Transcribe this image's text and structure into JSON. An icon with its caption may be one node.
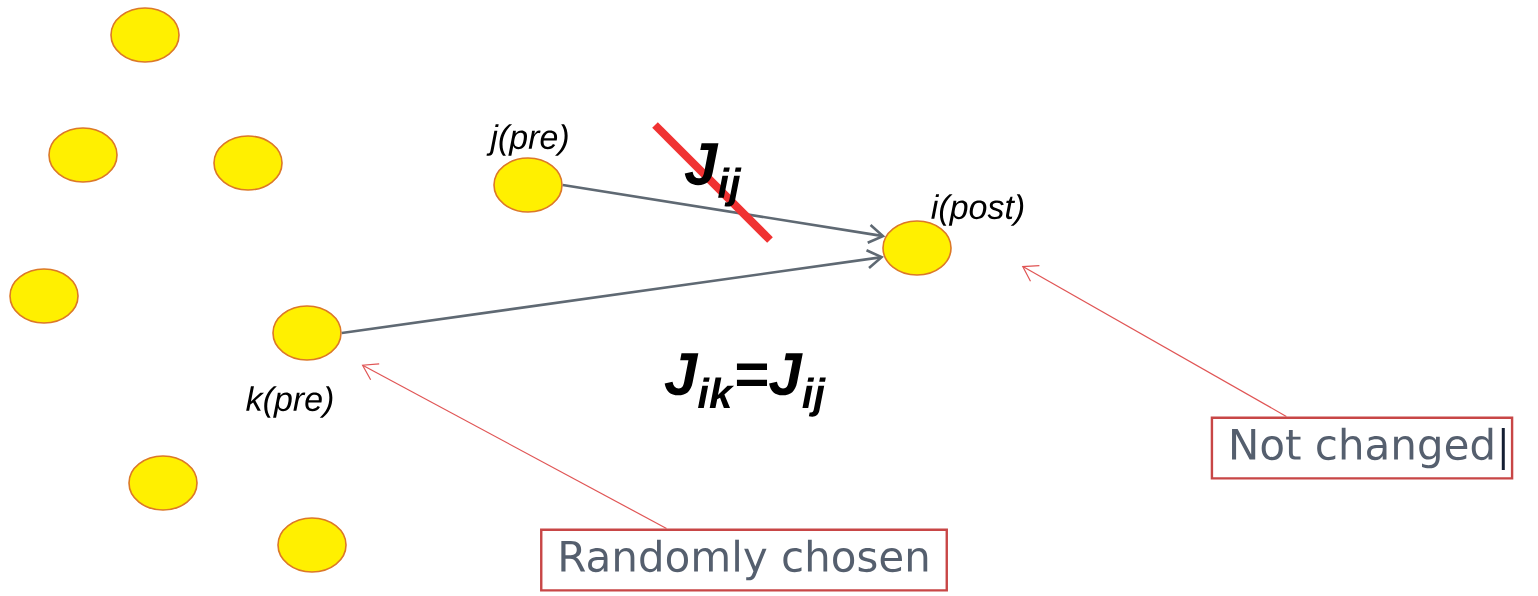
{
  "diagram": {
    "nodes": [
      {
        "text": [],
        "shape": "circle"
      },
      {
        "text": [],
        "shape": "circle"
      },
      {
        "text": [],
        "shape": "circle"
      },
      {
        "text": [],
        "shape": "circle",
        "beside": [
          "j(pre)"
        ]
      },
      {
        "text": [],
        "shape": "circle",
        "beside": [
          "i(post)"
        ]
      },
      {
        "text": [],
        "shape": "circle"
      },
      {
        "text": [],
        "shape": "circle",
        "beside": [
          "k(pre)"
        ]
      },
      {
        "text": [],
        "shape": "circle"
      },
      {
        "text": [],
        "shape": "circle"
      },
      {
        "text": [
          "Not changed"
        ]
      },
      {
        "text": [
          "Randomly chosen"
        ]
      }
    ],
    "edges": [
      {
        "from": 3,
        "to": 4,
        "arrow": "to",
        "label": "J$_{ij}$"
      },
      {
        "from": 6,
        "to": 4,
        "arrow": "to"
      },
      {
        "from": 9,
        "to": 4,
        "arrow": "to",
        "color": "#e05555"
      },
      {
        "from": 10,
        "to": 6,
        "arrow": "to",
        "color": "#e05555"
      }
    ],
    "labels": [
      "J$_{ik}$=J$_{ij}$"
    ]
  }
}
